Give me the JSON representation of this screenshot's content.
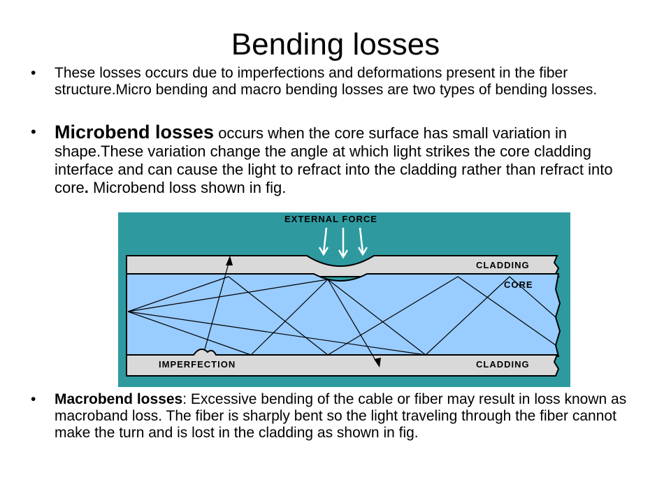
{
  "slide": {
    "title": "Bending losses",
    "bullet_glyph": "•",
    "bullet1": "These losses occurs due to imperfections and deformations present in the fiber structure.Micro bending and macro bending losses are two types of bending losses.",
    "bullet2_lead": "Microbend losses",
    "bullet2_text": " occurs when the core surface has small variation in shape.These variation change the angle at which light strikes the core cladding interface and can cause the light to refract into the cladding rather than refract into core",
    "bullet2_period": ".",
    "bullet2_tail": " Microbend loss shown in fig.",
    "bullet3_lead": "Macrobend losses",
    "bullet3_text": ": Excessive bending of the cable or fiber may result in loss known as macroband loss.  The fiber is sharply bent so the light traveling through the fiber cannot make the turn and is lost in the cladding as shown in fig."
  },
  "figure": {
    "label_force": "EXTERNAL FORCE",
    "label_cladding_top": "CLADDING",
    "label_core": "CORE",
    "label_imperfection": "IMPERFECTION",
    "label_cladding_bottom": "CLADDING",
    "colors": {
      "background": "#2e9aa0",
      "cladding": "#d9d9d9",
      "core": "#99ccff",
      "line": "#000000",
      "arrow": "#ffffff"
    }
  }
}
